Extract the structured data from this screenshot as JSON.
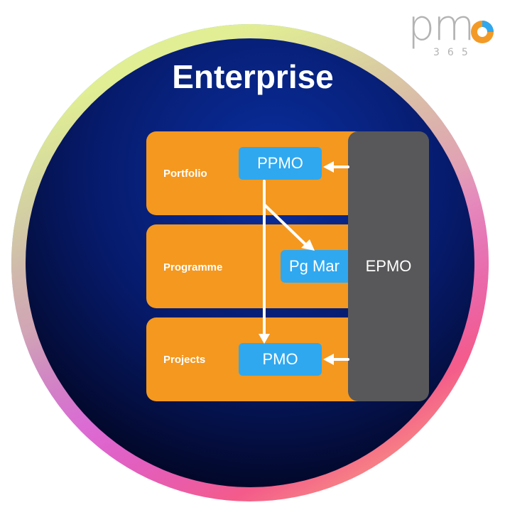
{
  "logo": {
    "main_text": "pm",
    "sub_text": "365",
    "ring_colors": [
      "#f39a26",
      "#2fa8f0",
      "#ffffff"
    ]
  },
  "diagram": {
    "title": "Enterprise",
    "rows": [
      {
        "label": "Portfolio"
      },
      {
        "label": "Programme"
      },
      {
        "label": "Projects"
      }
    ],
    "nodes": {
      "ppmo": "PPMO",
      "pg": "Pg Mar",
      "pmo": "PMO",
      "epmo": "EPMO"
    },
    "colors": {
      "circle_fill": "#06207a",
      "row_fill": "#f4981f",
      "node_fill": "#2fa8f0",
      "epmo_fill": "#58585a",
      "ring": [
        "#3ad0f5",
        "#8a6cf5",
        "#d35cf0",
        "#f25a87",
        "#f9a98a",
        "#eaf08f"
      ]
    }
  }
}
